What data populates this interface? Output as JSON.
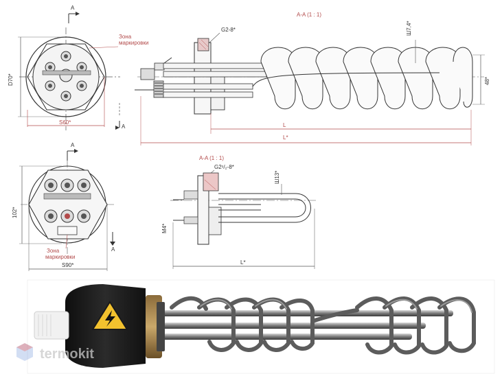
{
  "watermark": {
    "text": "termokit",
    "accent_color": "#e05a5a",
    "blue_color": "#6a8fd8"
  },
  "top_front_view": {
    "section_mark": "A",
    "section_mark_lower": "A",
    "diameter_label": "D70*",
    "width_label": "S60*",
    "marking_zone_label_line1": "Зона",
    "marking_zone_label_line2": "маркировки"
  },
  "top_section_view": {
    "title": "A-A (1 : 1)",
    "thread_label": "G2-8*",
    "tube_label": "Ш7,4*",
    "height_label": "48*",
    "length_label": "L",
    "length_star_label": "L*"
  },
  "bottom_front_view": {
    "section_mark": "A",
    "section_mark_lower": "A",
    "height_label": "102*",
    "width_label": "S90*",
    "marking_zone_label_line1": "Зона",
    "marking_zone_label_line2": "маркировки"
  },
  "bottom_section_view": {
    "title": "A-A (1 : 1)",
    "thread_label": "G2¹/₂-8*",
    "tube_label": "Ш13*",
    "stud_label": "M4*",
    "length_label": "L*"
  },
  "photo": {
    "caption": "heating element photo",
    "warning_icon": "high-voltage-icon",
    "cap_color": "#1a1a1a",
    "warning_color": "#f2c12e"
  }
}
